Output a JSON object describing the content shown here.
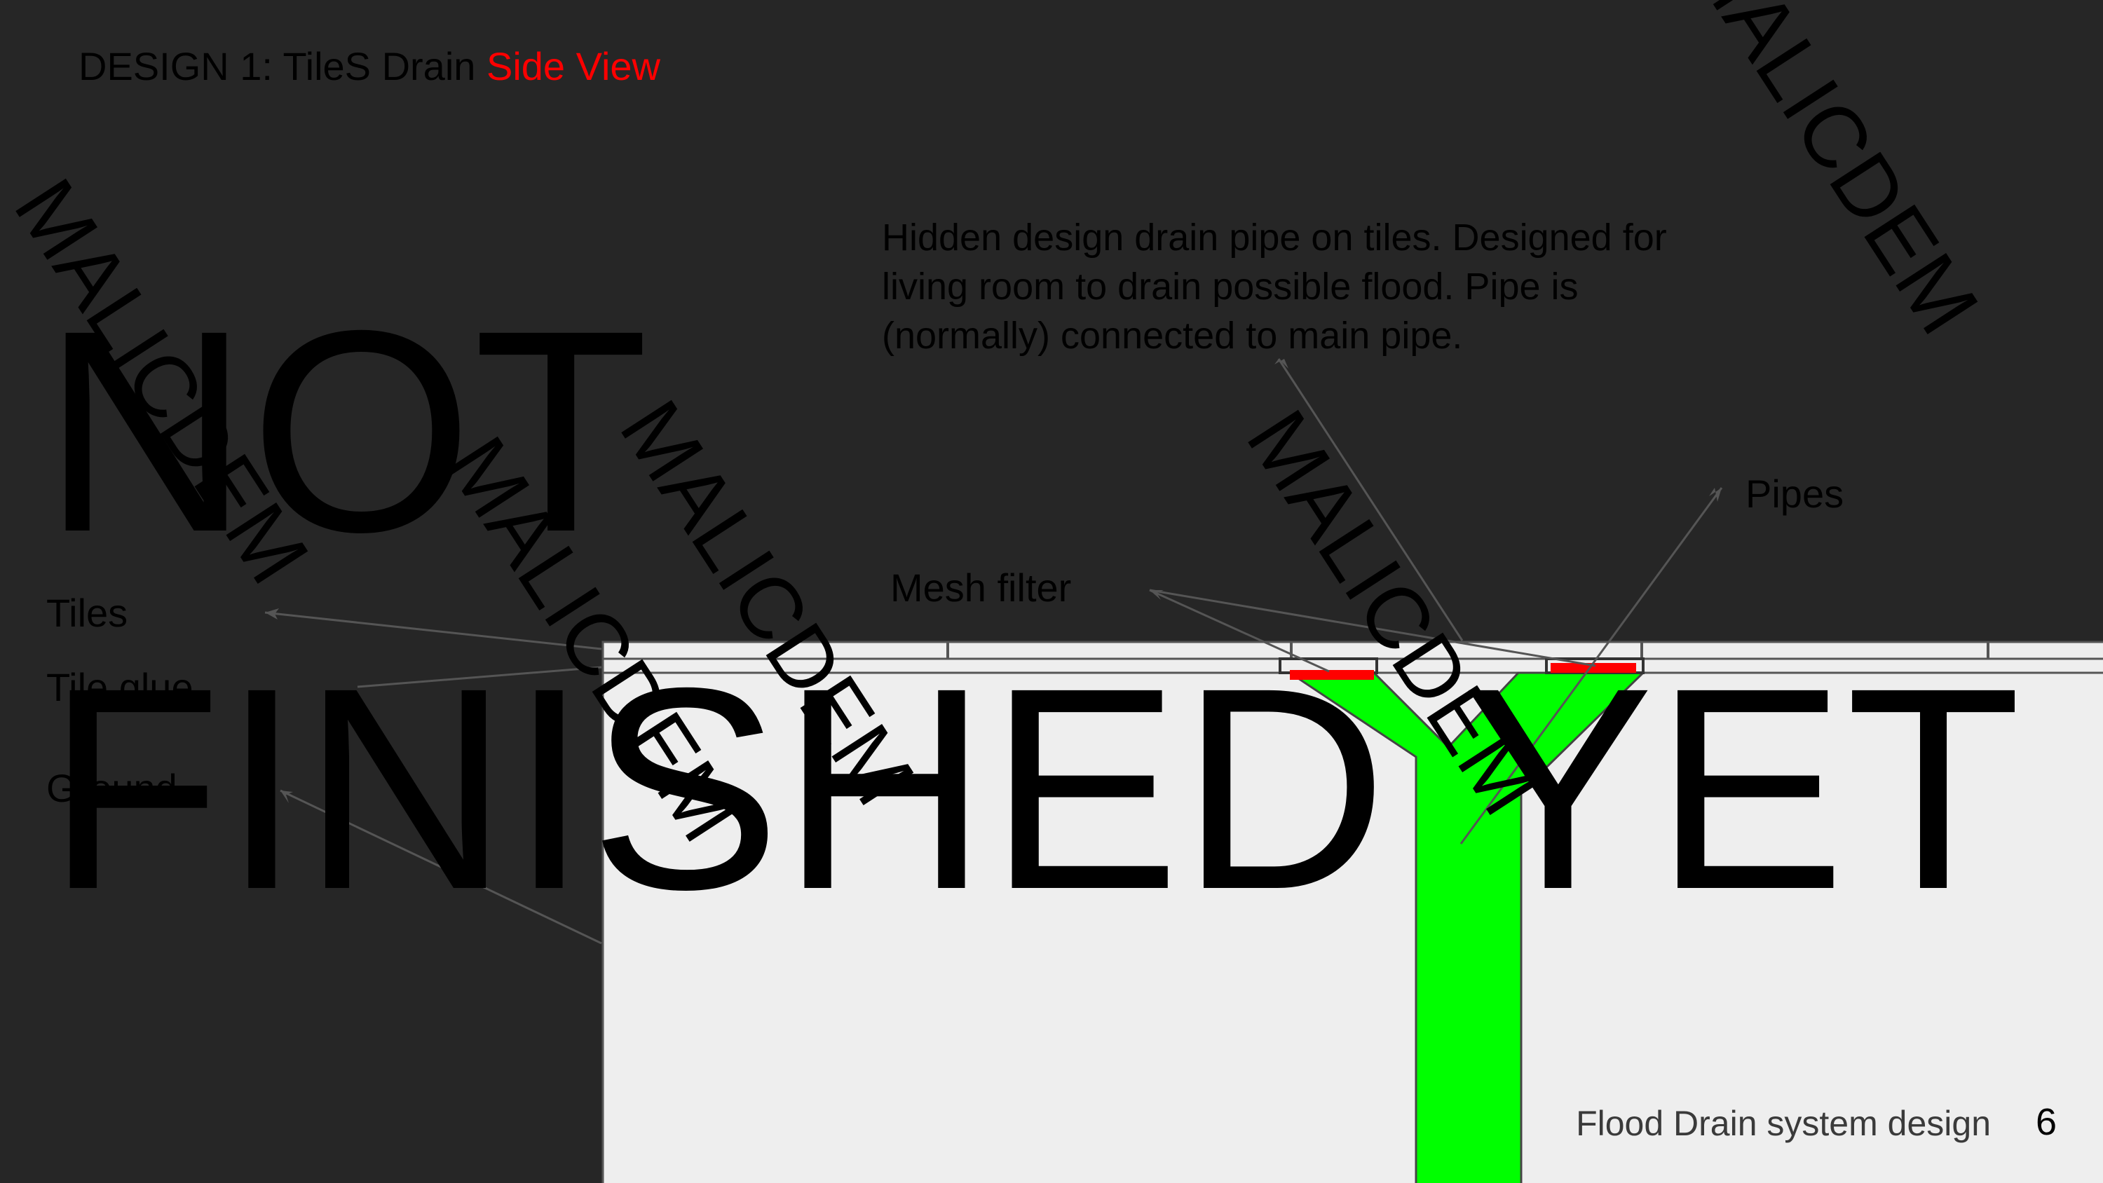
{
  "slide": {
    "title_prefix": "DESIGN 1: TileS Drain ",
    "title_highlight": "Side View",
    "description": "Hidden design drain pipe on tiles. Designed for living room to drain possible flood. Pipe is (normally) connected to main pipe.",
    "overlay_line1": "NOT",
    "overlay_line2": "FINISHED YET",
    "watermark": "MALICDEM",
    "footer_text": "Flood Drain system design",
    "page_number": "6"
  },
  "labels": {
    "pipes": "Pipes",
    "mesh_filter": "Mesh filter",
    "tiles": "Tiles",
    "tile_glue": "Tile glue",
    "ground": "Ground"
  },
  "colors": {
    "background": "#262626",
    "ground_fill": "#eeeeee",
    "pipe_fill": "#00ff00",
    "mesh_filter": "#ff0000",
    "title_highlight": "#ff0000"
  }
}
